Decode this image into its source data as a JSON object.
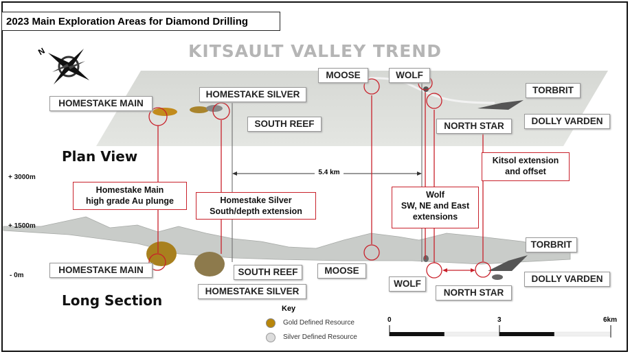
{
  "title": "2023 Main Exploration Areas for Diamond Drilling",
  "trend_title": "KITSAULT VALLEY TREND",
  "compass_label": "N",
  "plan_view": {
    "heading": "Plan View",
    "labels": {
      "homestake_main": "HOMESTAKE MAIN",
      "homestake_silver": "HOMESTAKE SILVER",
      "south_reef": "SOUTH REEF",
      "moose": "MOOSE",
      "wolf": "WOLF",
      "torbrit": "TORBRIT",
      "north_star": "NORTH STAR",
      "dolly_varden": "DOLLY VARDEN"
    }
  },
  "long_section": {
    "heading": "Long Section",
    "labels": {
      "homestake_main": "HOMESTAKE MAIN",
      "homestake_silver": "HOMESTAKE SILVER",
      "south_reef": "SOUTH REEF",
      "moose": "MOOSE",
      "wolf": "WOLF",
      "torbrit": "TORBRIT",
      "north_star": "NORTH STAR",
      "dolly_varden": "DOLLY VARDEN"
    }
  },
  "distance": "5.4 km",
  "targets": [
    {
      "line1": "Homestake Main",
      "line2": "high grade Au plunge"
    },
    {
      "line1": "Homestake Silver",
      "line2": "South/depth extension"
    },
    {
      "line1": "Wolf",
      "line2": "SW, NE and East",
      "line3": "extensions"
    },
    {
      "line1": "Kitsol extension",
      "line2": "and offset"
    }
  ],
  "elevations": [
    "+ 3000m",
    "+ 1500m",
    "- 0m"
  ],
  "key": {
    "title": "Key",
    "items": [
      {
        "label": "Gold Defined Resource",
        "color": "#b8860b"
      },
      {
        "label": "Silver Defined Resource",
        "color": "#dcdcdc"
      }
    ]
  },
  "scale": {
    "ticks": [
      "0",
      "3",
      "6km"
    ]
  },
  "colors": {
    "target": "#c8202a",
    "terrain": "#cfd2cf"
  }
}
